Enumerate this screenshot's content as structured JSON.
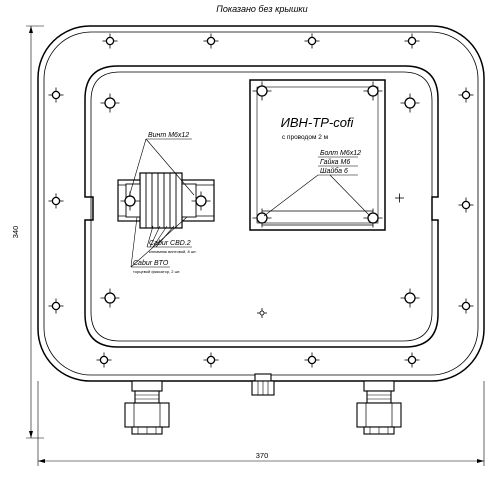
{
  "title": "Показано без крышки",
  "device": {
    "name": "ИВН-ТР-cofi",
    "wire_note": "с проводом 2 м"
  },
  "callouts": {
    "screw": "Винт М6х12",
    "bolt": "Болт М6х12",
    "nut": "Гайка М6",
    "washer": "Шайба 6",
    "cbd_label": "Cabur CBD.2",
    "cbd_note": "клеммник винтовой, 8 шт.",
    "bto_label": "Cabur BTO",
    "bto_note": "торцевой фиксатор, 2 шт."
  },
  "dimensions": {
    "height": "340",
    "width": "370"
  }
}
